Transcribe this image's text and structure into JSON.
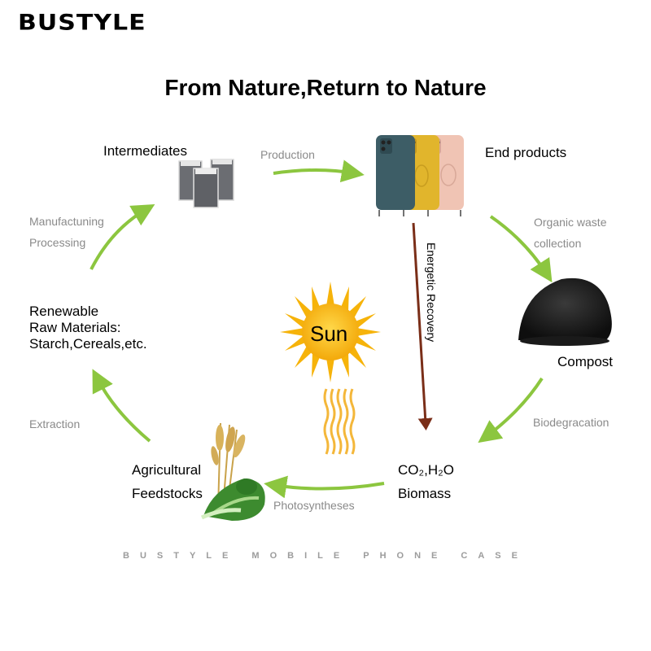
{
  "brand": {
    "logo_text": "BUSTYLE"
  },
  "title": "From Nature,Return to Nature",
  "nodes": {
    "intermediates": "Intermediates",
    "end_products": "End products",
    "compost": "Compost",
    "co2_line1": "CO₂,H₂O",
    "co2_line2": "Biomass",
    "agri_line1": "Agricultural",
    "agri_line2": "Feedstocks",
    "raw_line1": "Renewable",
    "raw_line2": "Raw Materials:",
    "raw_line3": "Starch,Cereals,etc.",
    "sun": "Sun"
  },
  "processes": {
    "production": "Production",
    "organic_line1": "Organic waste",
    "organic_line2": "collection",
    "biodegradation": "Biodegracation",
    "photosyntheses": "Photosyntheses",
    "extraction": "Extraction",
    "manuf_line1": "Manufactuning",
    "manuf_line2": "Processing",
    "energetic": "Energetic Recovery"
  },
  "footer": "BUSTYLE MOBILE PHONE CASE",
  "colors": {
    "arrow_green": "#8cc63f",
    "arrow_brown": "#7a2e18",
    "sun": "#f6b30a",
    "rays": "#f4b73a"
  }
}
